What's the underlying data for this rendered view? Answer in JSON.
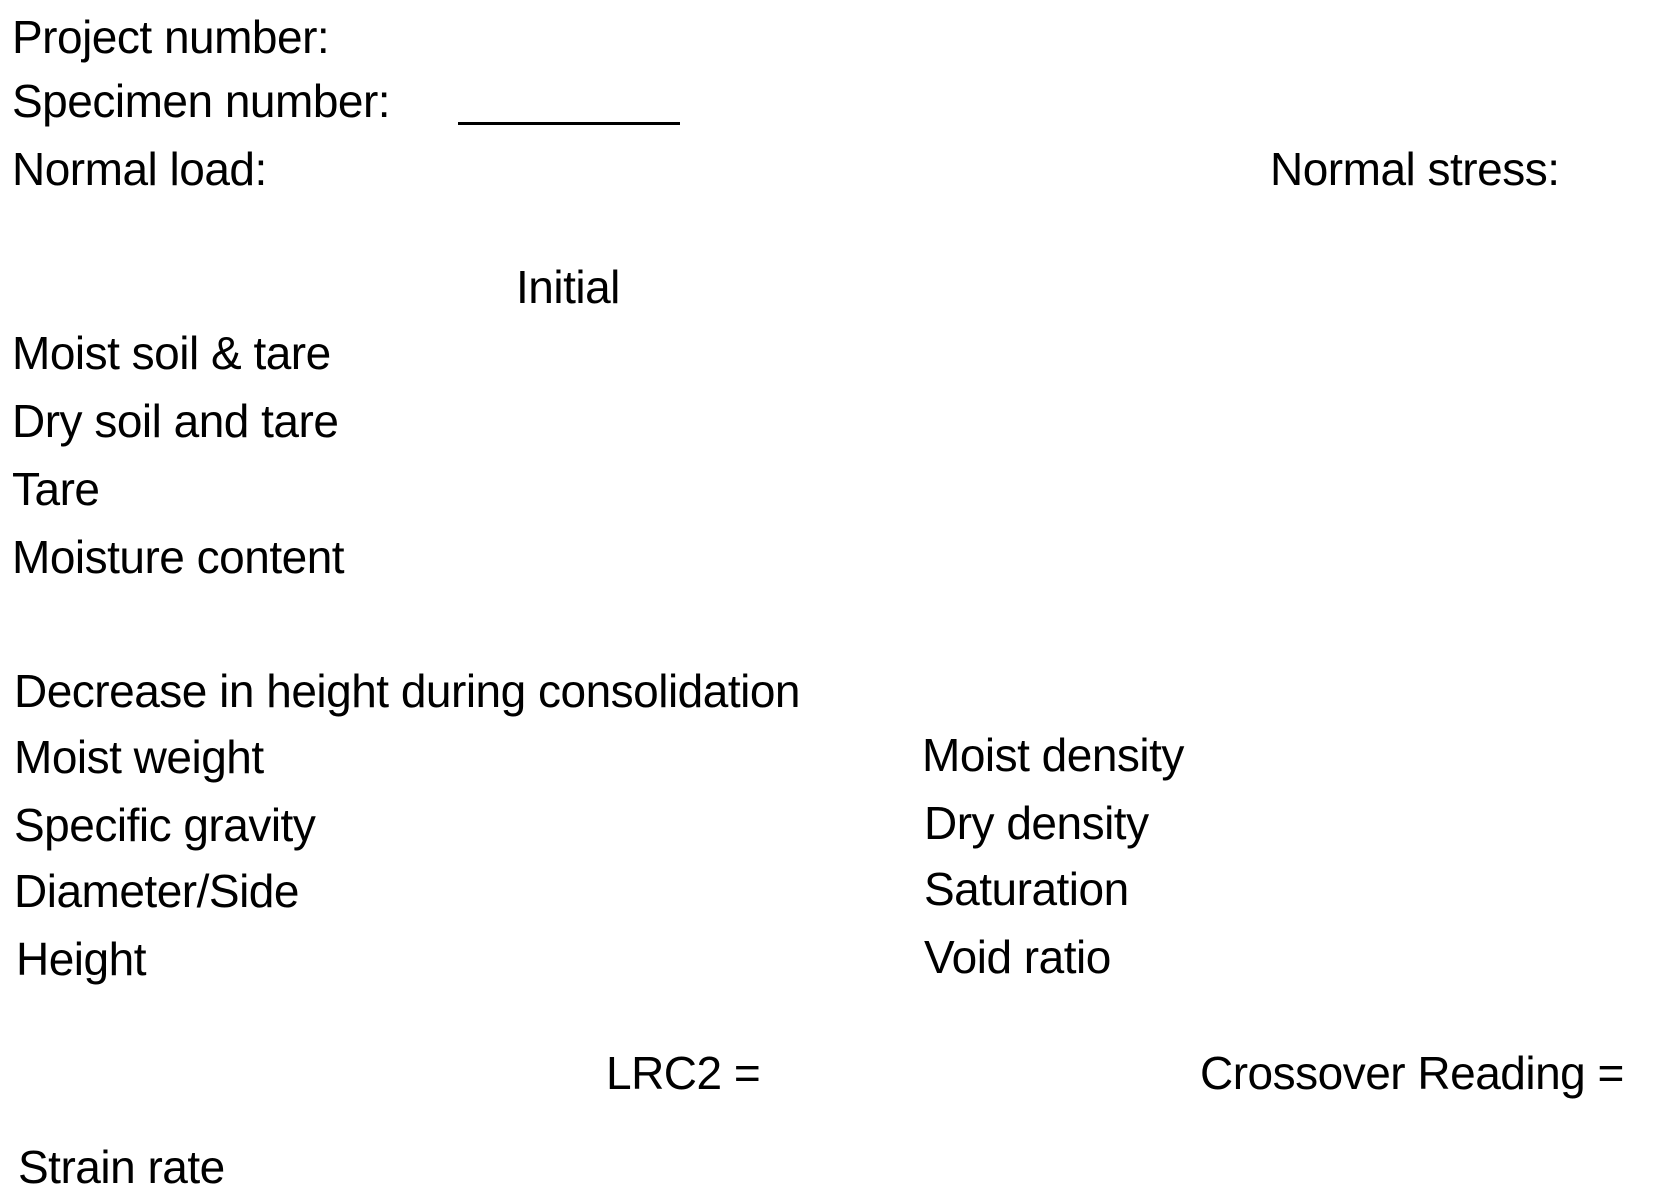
{
  "header": {
    "project_number_label": "Project number:",
    "specimen_number_label": "Specimen number:",
    "normal_load_label": "Normal load:",
    "normal_stress_label": "Normal stress:"
  },
  "moisture_table": {
    "column_header": "Initial",
    "rows": [
      "Moist soil & tare",
      "Dry soil and tare",
      "Tare",
      "Moisture content"
    ]
  },
  "specimen_properties": {
    "consolidation_label": "Decrease in height during consolidation",
    "left_column": [
      "Moist weight",
      "Specific gravity",
      "Diameter/Side",
      "Height"
    ],
    "right_column": [
      "Moist density",
      "Dry density",
      "Saturation",
      "Void ratio"
    ]
  },
  "readings": {
    "lrc2_label": "LRC2 =",
    "crossover_label": "Crossover Reading ="
  },
  "footer": {
    "strain_rate_label": "Strain rate"
  }
}
